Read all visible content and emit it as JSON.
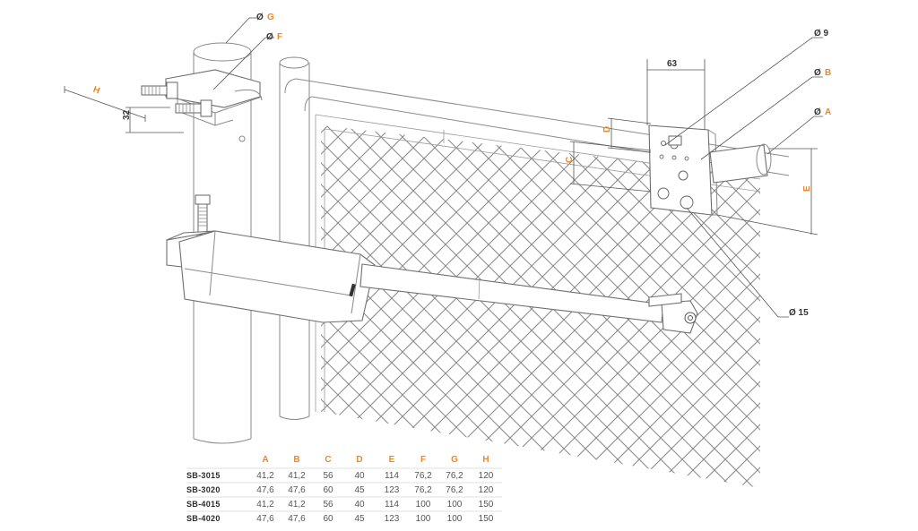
{
  "callouts": {
    "dia_g": "Ø",
    "g": "G",
    "dia_f": "Ø",
    "f": "F",
    "h": "H",
    "d32": "32",
    "d63": "63",
    "dia_9": "Ø 9",
    "dia_b": "Ø",
    "b": "B",
    "dia_a": "Ø",
    "a": "A",
    "d": "D",
    "c": "C",
    "e": "E",
    "dia_15": "Ø 15"
  },
  "table": {
    "headers": [
      "A",
      "B",
      "C",
      "D",
      "E",
      "F",
      "G",
      "H"
    ],
    "rows": [
      {
        "model": "SB-3015",
        "values": [
          "41,2",
          "41,2",
          "56",
          "40",
          "114",
          "76,2",
          "76,2",
          "120"
        ]
      },
      {
        "model": "SB-3020",
        "values": [
          "47,6",
          "47,6",
          "60",
          "45",
          "123",
          "76,2",
          "76,2",
          "120"
        ]
      },
      {
        "model": "SB-4015",
        "values": [
          "41,2",
          "41,2",
          "56",
          "40",
          "114",
          "100",
          "100",
          "150"
        ]
      },
      {
        "model": "SB-4020",
        "values": [
          "47,6",
          "47,6",
          "60",
          "45",
          "123",
          "100",
          "100",
          "150"
        ]
      }
    ]
  }
}
